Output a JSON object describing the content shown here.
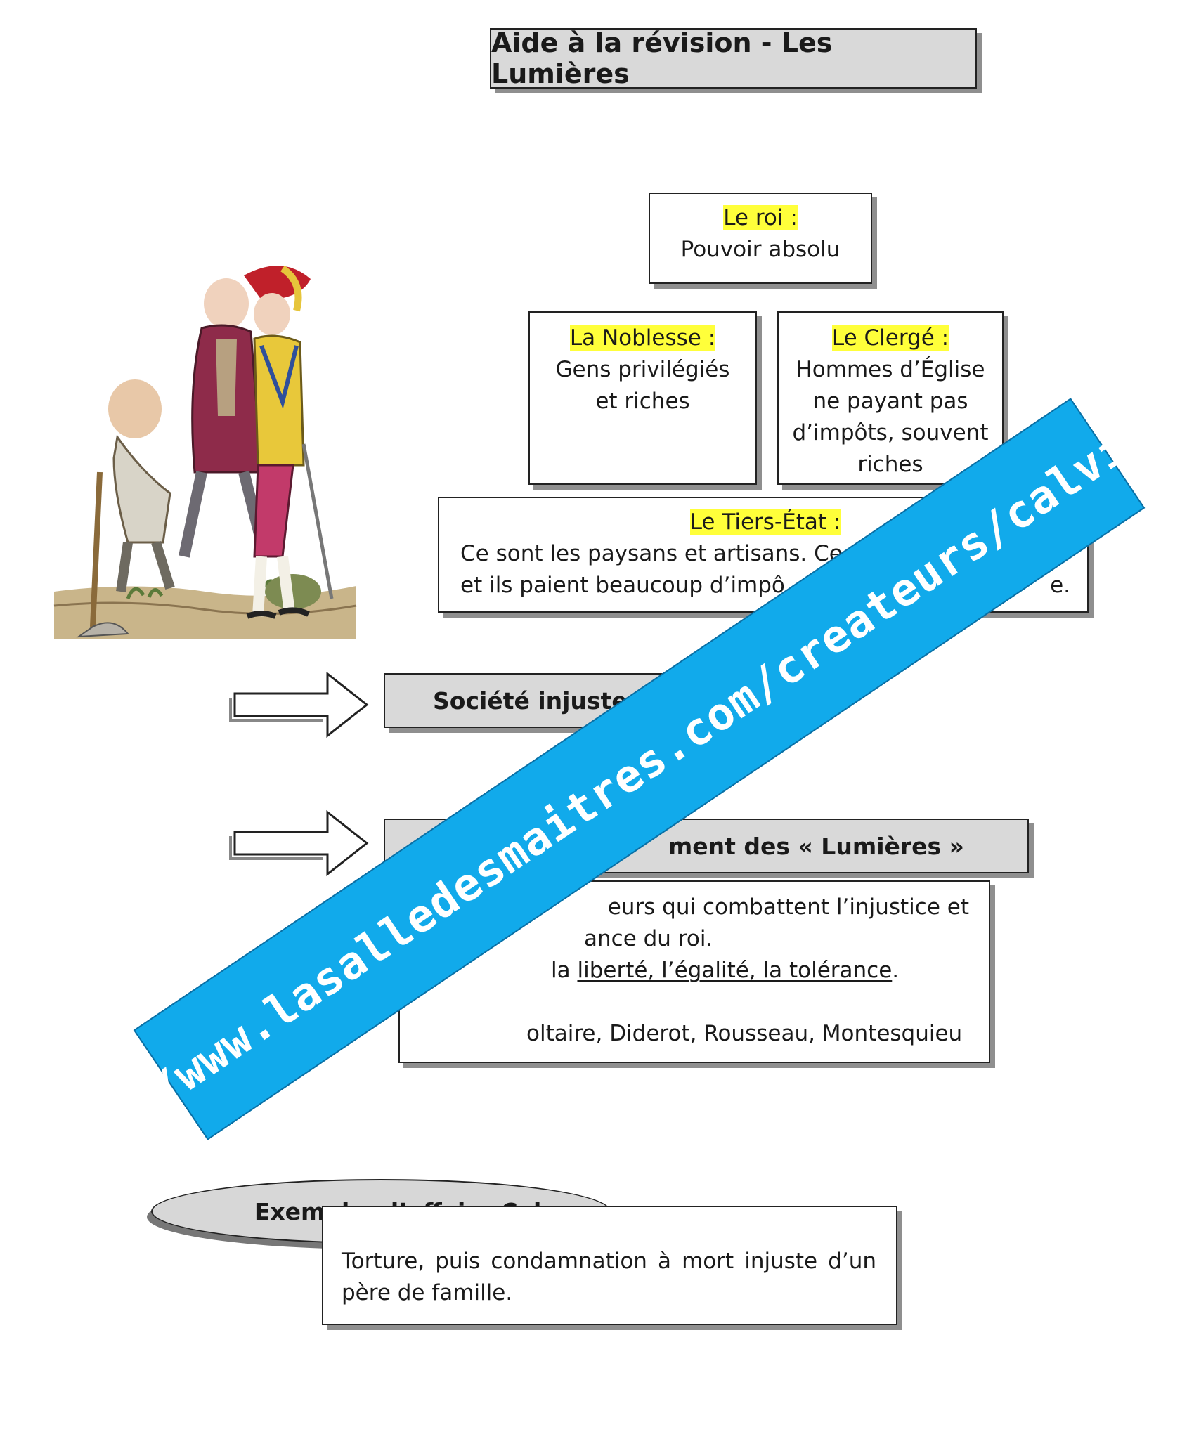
{
  "title": "Aide à la révision - Les Lumières",
  "king": {
    "heading": "Le roi :",
    "text": "Pouvoir absolu"
  },
  "nobility": {
    "heading": "La Noblesse :",
    "lines": [
      "Gens privilégiés",
      "et riches"
    ]
  },
  "clergy": {
    "heading": "Le Clergé :",
    "lines": [
      "Hommes d’Église",
      "ne payant pas",
      "d’impôts, souvent",
      "riches"
    ]
  },
  "third_estate": {
    "heading": "Le Tiers-État :",
    "lines": [
      "Ce sont les paysans et artisans. Ce",
      "et ils paient beaucoup d’impô",
      "e."
    ]
  },
  "society": {
    "label": "Société injuste"
  },
  "movement": {
    "label": "ment des « Lumières »"
  },
  "lumieres": {
    "line1": "eurs qui combattent l’injustice et",
    "line2": "ance du roi.",
    "line3_prefix": "la ",
    "line3_underlined": "liberté, l’égalité, la tolérance",
    "line3_suffix": ".",
    "line4": "oltaire, Diderot, Rousseau, Montesquieu"
  },
  "example": {
    "label": "Exemple : l’affaire Calas",
    "text_line1": "Torture, puis condamnation à mort injuste d’un",
    "text_line2": "père de famille."
  },
  "watermark": {
    "url": "https://www.lasalledesmaitres.com/createurs/calvinetdom/"
  },
  "colors": {
    "highlight": "#ffff3a",
    "banner": "#11aaeb",
    "grey_box": "#d9d9d9"
  }
}
